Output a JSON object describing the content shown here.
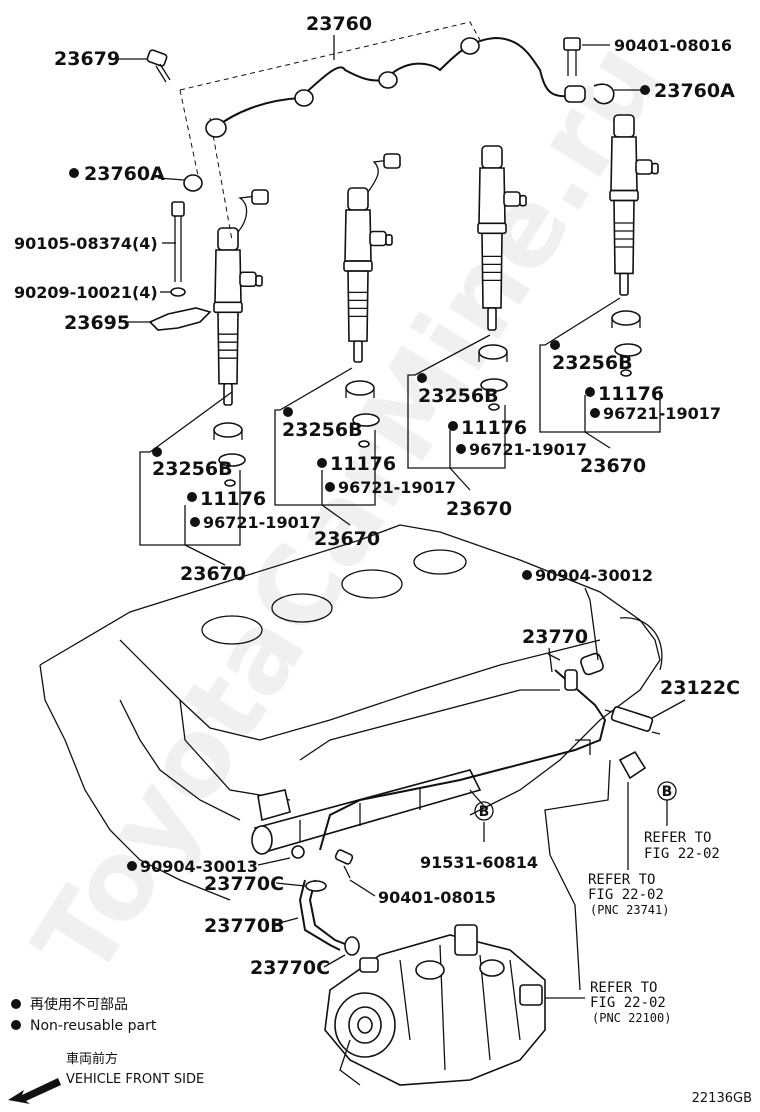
{
  "watermark": "ToyotaCarMine.ru",
  "diagram_id": "22136GB",
  "labels": {
    "p23760": "23760",
    "p23679": "23679",
    "p90401_08016": "90401-08016",
    "p23760A_top": "23760A",
    "p23760A_left": "23760A",
    "p90105_08374": "90105-08374(4)",
    "p90209_10021": "90209-10021(4)",
    "p23695": "23695",
    "g1_23256B": "23256B",
    "g1_11176": "11176",
    "g1_96721": "96721-19017",
    "g1_23670": "23670",
    "g2_23256B": "23256B",
    "g2_11176": "11176",
    "g2_96721": "96721-19017",
    "g2_23670": "23670",
    "g3_23256B": "23256B",
    "g3_11176": "11176",
    "g3_96721": "96721-19017",
    "g3_23670": "23670",
    "g4_23256B": "23256B",
    "g4_11176": "11176",
    "g4_96721": "96721-19017",
    "g4_23670": "23670",
    "p90904_30012": "90904-30012",
    "p23770": "23770",
    "p23122C": "23122C",
    "p91531_60814": "91531-60814",
    "p90904_30013": "90904-30013",
    "p23770C_a": "23770C",
    "p90401_08015": "90401-08015",
    "p23770B": "23770B",
    "p23770C_b": "23770C"
  },
  "callout_b": "B",
  "refs": {
    "ref1": [
      "REFER TO",
      "FIG 22-02"
    ],
    "ref2": [
      "REFER TO",
      "FIG 22-02",
      "(PNC 23741)"
    ],
    "ref3": [
      "REFER TO",
      "FIG 22-02",
      "(PNC 22100)"
    ]
  },
  "legend": {
    "jp": "再使用不可部品",
    "en": "Non-reusable part"
  },
  "front": {
    "jp": "車両前方",
    "en": "VEHICLE FRONT SIDE"
  }
}
